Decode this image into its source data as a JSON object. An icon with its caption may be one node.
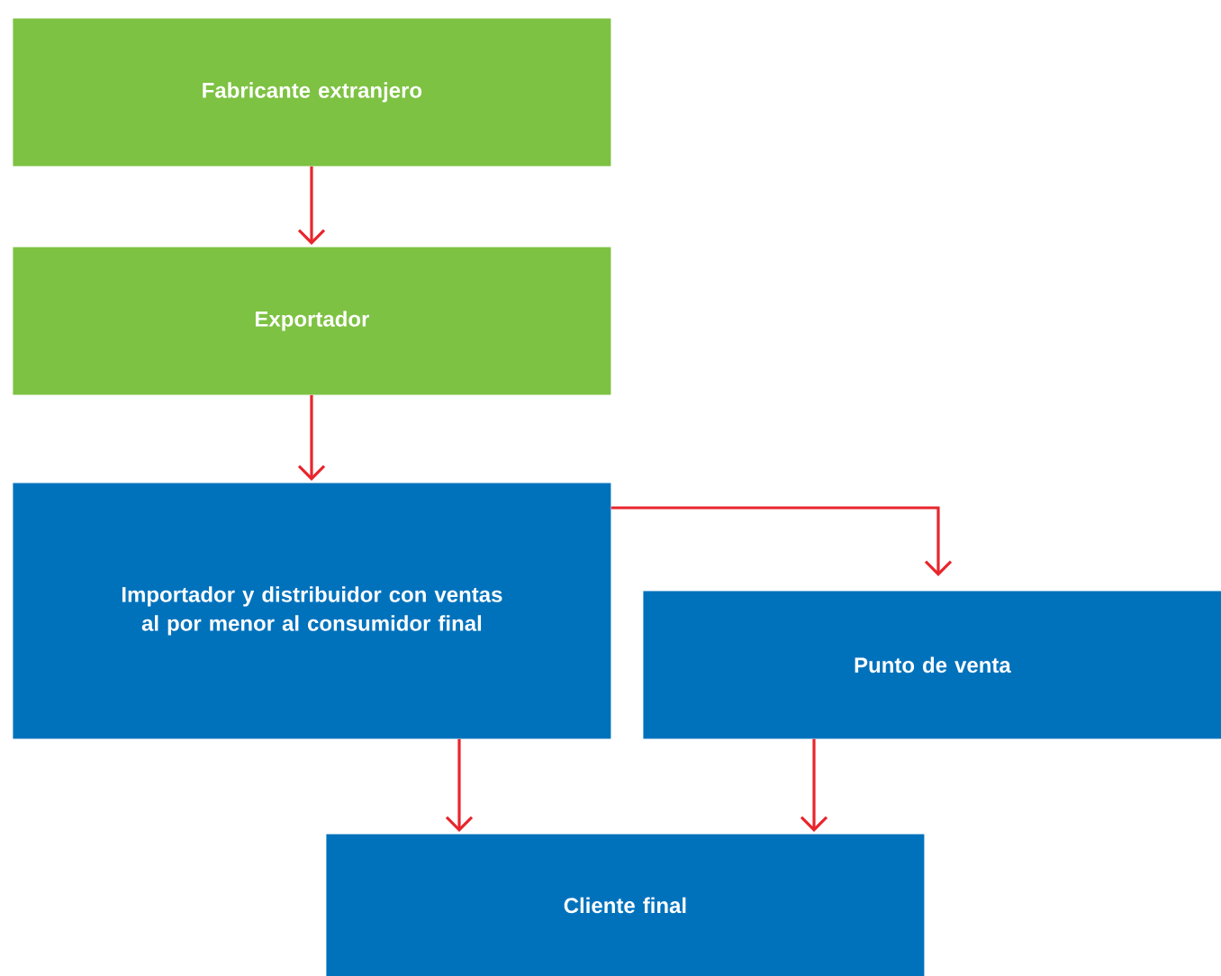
{
  "diagram": {
    "nodes": [
      {
        "text": [
          "Fabricante extranjero"
        ]
      },
      {
        "text": [
          "Exportador"
        ]
      },
      {
        "text": [
          "Importador y distribuidor con ventas al por menor al consumidor final"
        ]
      },
      {
        "text": [
          "Punto de venta"
        ]
      },
      {
        "text": [
          "Cliente final"
        ]
      }
    ],
    "edges": [
      {
        "from": 0,
        "to": 1,
        "arrow": "to"
      },
      {
        "from": 1,
        "to": 2,
        "arrow": "to"
      },
      {
        "from": 2,
        "to": 3,
        "arrow": "to"
      },
      {
        "from": 2,
        "to": 4,
        "arrow": "to"
      },
      {
        "from": 3,
        "to": 4,
        "arrow": "to"
      }
    ]
  }
}
